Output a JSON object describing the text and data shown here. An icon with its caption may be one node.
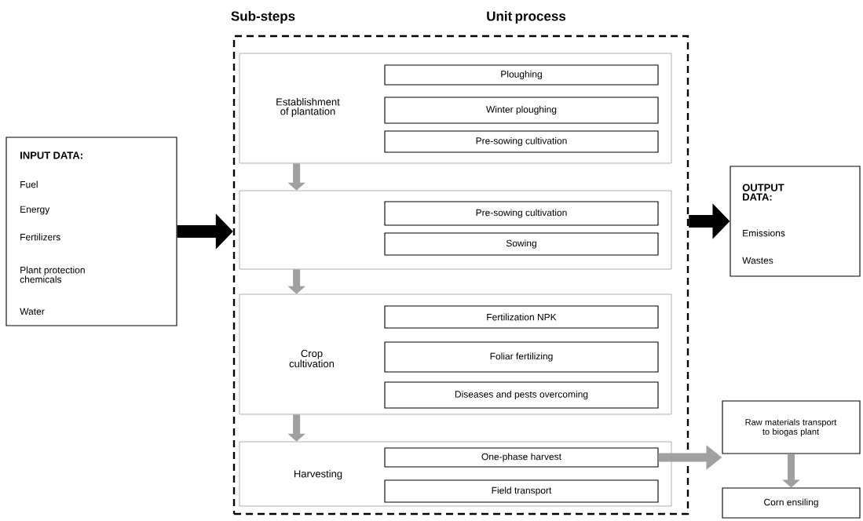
{
  "diagram": {
    "nodes": [
      {
        "text": [
          "INPUT DATA:",
          "Fuel",
          "Energy",
          "Fertilizers",
          "Plant protection chemicals",
          "Water"
        ]
      },
      {
        "text": [
          "Sub-steps",
          "Unit process"
        ]
      },
      {
        "text": [
          "Establishment of plantation"
        ],
        "in": 1
      },
      {
        "text": [
          "Ploughing"
        ],
        "in": 2
      },
      {
        "text": [
          "Winter ploughing"
        ],
        "in": 2
      },
      {
        "text": [
          "Pre-sowing cultivation"
        ],
        "in": 2
      },
      {
        "text": [],
        "shape": "box",
        "in": 1
      },
      {
        "text": [
          "Pre-sowing cultivation"
        ],
        "in": 6
      },
      {
        "text": [
          "Sowing"
        ],
        "in": 6
      },
      {
        "text": [
          "Crop cultivation"
        ],
        "in": 1
      },
      {
        "text": [
          "Fertilization NPK"
        ],
        "in": 9
      },
      {
        "text": [
          "Foliar fertilizing"
        ],
        "in": 9
      },
      {
        "text": [
          "Diseases and pests overcoming"
        ],
        "in": 9
      },
      {
        "text": [
          "Harvesting"
        ],
        "in": 1
      },
      {
        "text": [
          "One-phase harvest"
        ],
        "in": 13
      },
      {
        "text": [
          "Field transport"
        ],
        "in": 13
      },
      {
        "text": [
          "OUTPUT DATA:",
          "Emissions",
          "Wastes"
        ]
      },
      {
        "text": [
          "Raw materials transport to biogas plant"
        ]
      },
      {
        "text": [
          "Corn ensiling"
        ]
      }
    ],
    "edges": [
      {
        "from": 0,
        "to": 1,
        "arrow": "to",
        "color": "#000000"
      },
      {
        "from": 1,
        "to": 16,
        "arrow": "to",
        "color": "#000000"
      },
      {
        "from": 2,
        "to": 6,
        "arrow": "to"
      },
      {
        "from": 6,
        "to": 9,
        "arrow": "to"
      },
      {
        "from": 9,
        "to": 13,
        "arrow": "to"
      },
      {
        "from": 14,
        "to": 17,
        "arrow": "to"
      },
      {
        "from": 17,
        "to": 18,
        "arrow": "to"
      }
    ]
  }
}
